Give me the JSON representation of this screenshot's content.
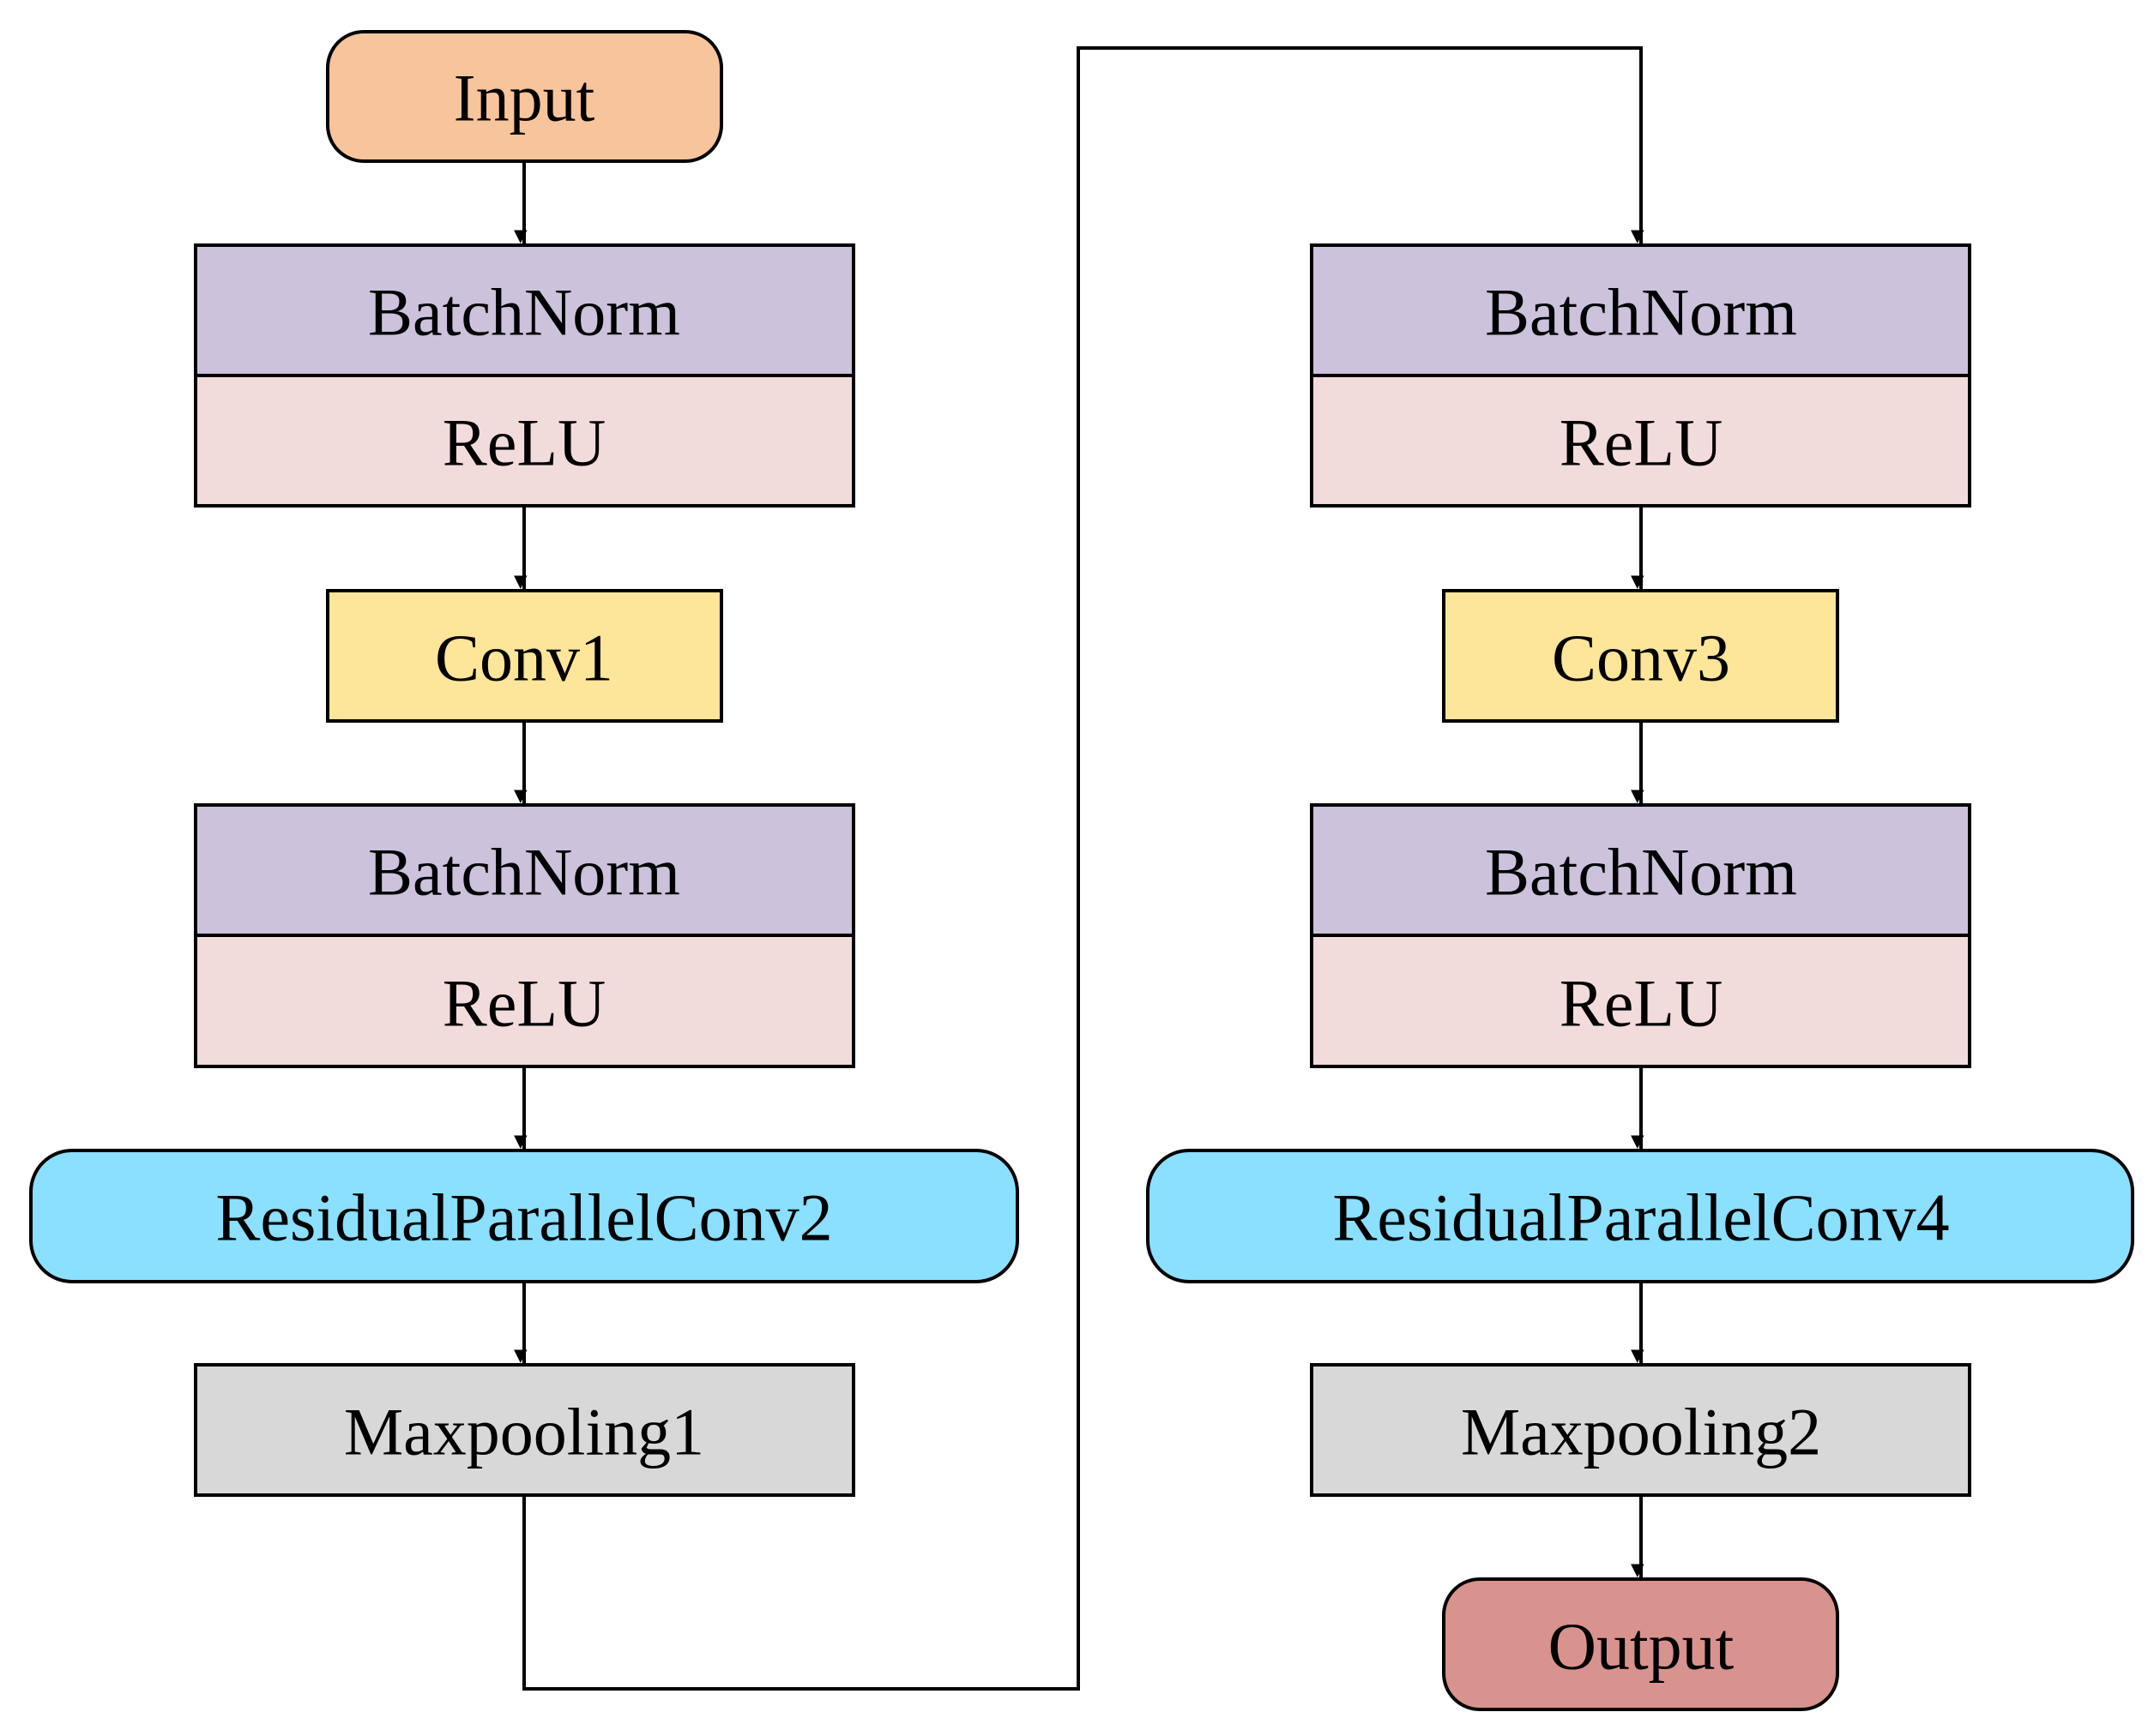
{
  "colors": {
    "terminal_input": "#F8C49C",
    "terminal_output": "#D8938E",
    "batchnorm": "#CCC2DB",
    "relu": "#F1DCDB",
    "conv": "#FDE599",
    "residual": "#8BDFFF",
    "maxpool": "#D8D8D8"
  },
  "left_column": {
    "input": "Input",
    "bn1": "BatchNorm",
    "relu1": "ReLU",
    "conv1": "Conv1",
    "bn2": "BatchNorm",
    "relu2": "ReLU",
    "rpc2": "ResidualParallelConv2",
    "maxpool1": "Maxpooling1"
  },
  "right_column": {
    "bn3": "BatchNorm",
    "relu3": "ReLU",
    "conv3": "Conv3",
    "bn4": "BatchNorm",
    "relu4": "ReLU",
    "rpc4": "ResidualParallelConv4",
    "maxpool2": "Maxpooling2",
    "output": "Output"
  }
}
